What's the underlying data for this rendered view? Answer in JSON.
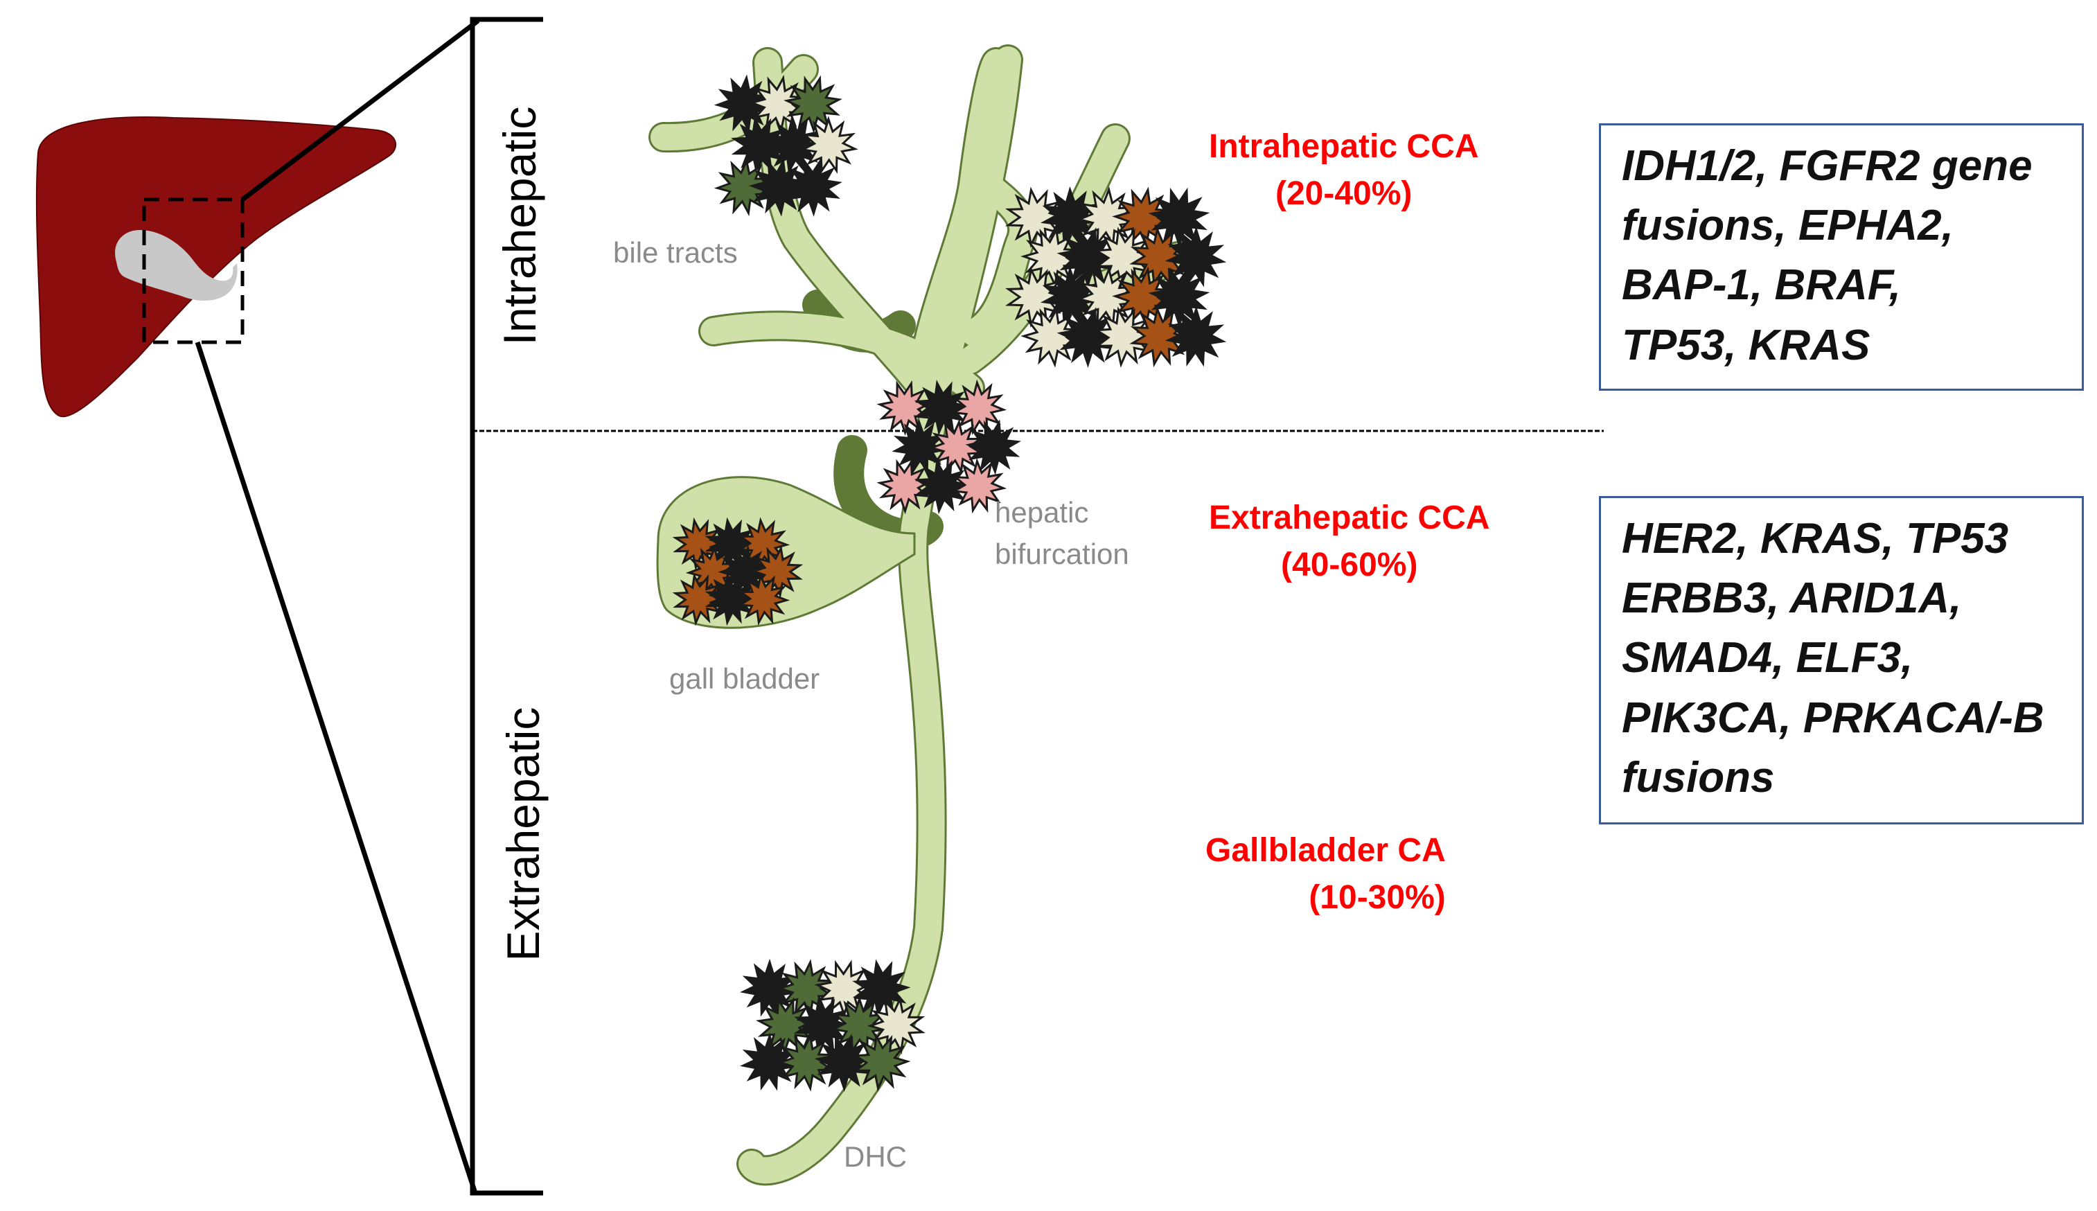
{
  "regions": {
    "intrahepatic": "Intrahepatic",
    "extrahepatic": "Extrahepatic"
  },
  "anatomy": {
    "bile_tracts": "bile tracts",
    "hepatic_bifurcation_line1": "hepatic",
    "hepatic_bifurcation_line2": "bifurcation",
    "gall_bladder": "gall bladder",
    "dhc": "DHC"
  },
  "cancers": {
    "intrahepatic": {
      "name": "Intrahepatic CCA",
      "range": "(20-40%)"
    },
    "extrahepatic": {
      "name": "Extrahepatic CCA",
      "range": "(40-60%)"
    },
    "gallbladder": {
      "name": "Gallbladder  CA",
      "range": "(10-30%)"
    }
  },
  "genes": {
    "intrahepatic": "IDH1/2, FGFR2 gene\nfusions, EPHA2,\nBAP-1, BRAF,\nTP53, KRAS",
    "extrahepatic": "HER2, KRAS, TP53\nERBB3, ARID1A,\nSMAD4, ELF3,\nPIK3CA, PRKACA/-B\nfusions"
  },
  "colors": {
    "liver": "#8b0d0d",
    "gallbladder_on_liver": "#c8c8c8",
    "duct_fill": "#cfe0a8",
    "duct_stroke": "#5e7a36",
    "label_red": "#ff0000",
    "label_gray": "#8a8a8a",
    "box_border": "#3a5a9c",
    "tumor_dark": "#1b1b1b",
    "tumor_green": "#4f6b38",
    "tumor_cream": "#e9e6cf",
    "tumor_brown": "#a65216",
    "tumor_pink": "#e9a6a4"
  }
}
